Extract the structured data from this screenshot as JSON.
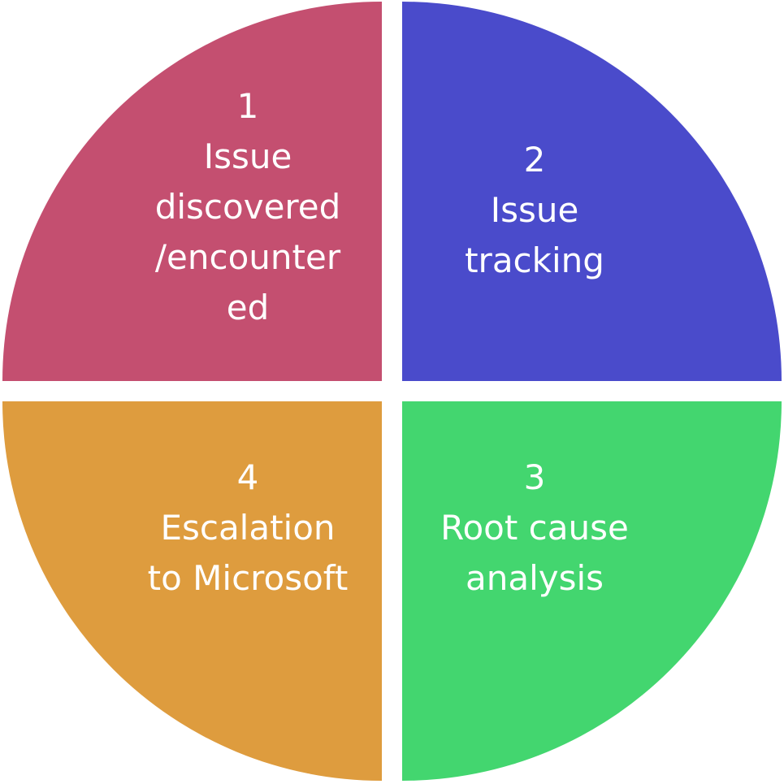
{
  "quadrants": [
    {
      "number": "1",
      "lines": [
        "Issue",
        "discovered",
        "/encounter",
        "ed"
      ],
      "color": "#c44f70"
    },
    {
      "number": "2",
      "lines": [
        "Issue",
        "tracking"
      ],
      "color": "#4a4bcb"
    },
    {
      "number": "3",
      "lines": [
        "Root cause",
        "analysis"
      ],
      "color": "#43d66f"
    },
    {
      "number": "4",
      "lines": [
        "Escalation",
        "to Microsoft"
      ],
      "color": "#de9c3e"
    }
  ]
}
